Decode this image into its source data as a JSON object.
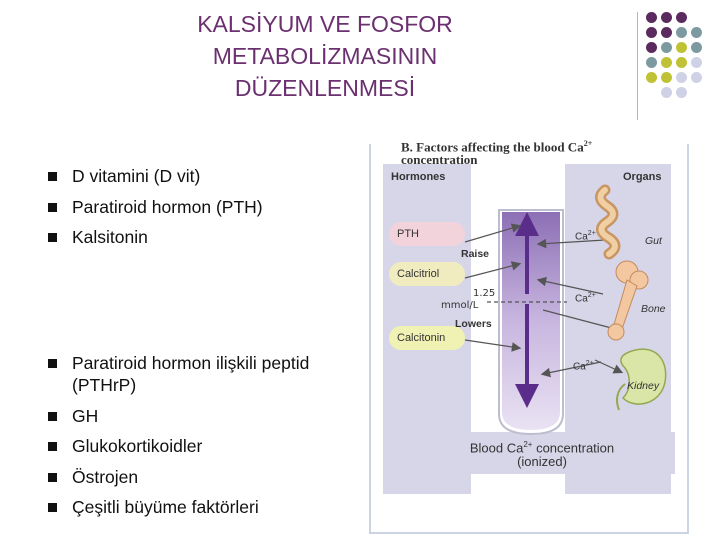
{
  "title": {
    "line1": "KALSİYUM VE FOSFOR",
    "line2": "METABOLİZMASININ",
    "line3": "DÜZENLENMESİ"
  },
  "bullets_top": [
    "D vitamini (D vit)",
    "Paratiroid hormon (PTH)",
    "Kalsitonin"
  ],
  "bullets_bottom": [
    "Paratiroid hormon ilişkili peptid (PTHrP)",
    "GH",
    "Glukokortikoidler",
    "Östrojen",
    "Çeşitli büyüme faktörleri"
  ],
  "figure": {
    "heading_prefix": "B.  Factors affecting the blood Ca",
    "heading_sup": "2+",
    "heading_line2": "concentration",
    "hormones_title": "Hormones",
    "organs_title": "Organs",
    "pth": "PTH",
    "calcitriol": "Calcitriol",
    "calcitonin": "Calcitonin",
    "raise": "Raise",
    "lowers": "Lowers",
    "level": "1.25",
    "unit": "mmol/L",
    "ca": "Ca",
    "ca_sup": "2+",
    "gut": "Gut",
    "bone": "Bone",
    "kidney": "Kidney",
    "bottom_prefix": "Blood Ca",
    "bottom_sup": "2+",
    "bottom_suffix": " concentration",
    "bottom_line2": "(ionized)"
  },
  "colors": {
    "title": "#6b3070",
    "purple_dot": "#5b2a5f",
    "teal_dot": "#7d9aa0",
    "olive_dot": "#bfc235",
    "lavender_dot": "#cfd2e6",
    "pth_fill": "#f2d3dc",
    "calcitriol_fill": "#f0ecc0",
    "calcitonin_fill": "#f0f2b3",
    "arrow": "#5b2d8a"
  }
}
